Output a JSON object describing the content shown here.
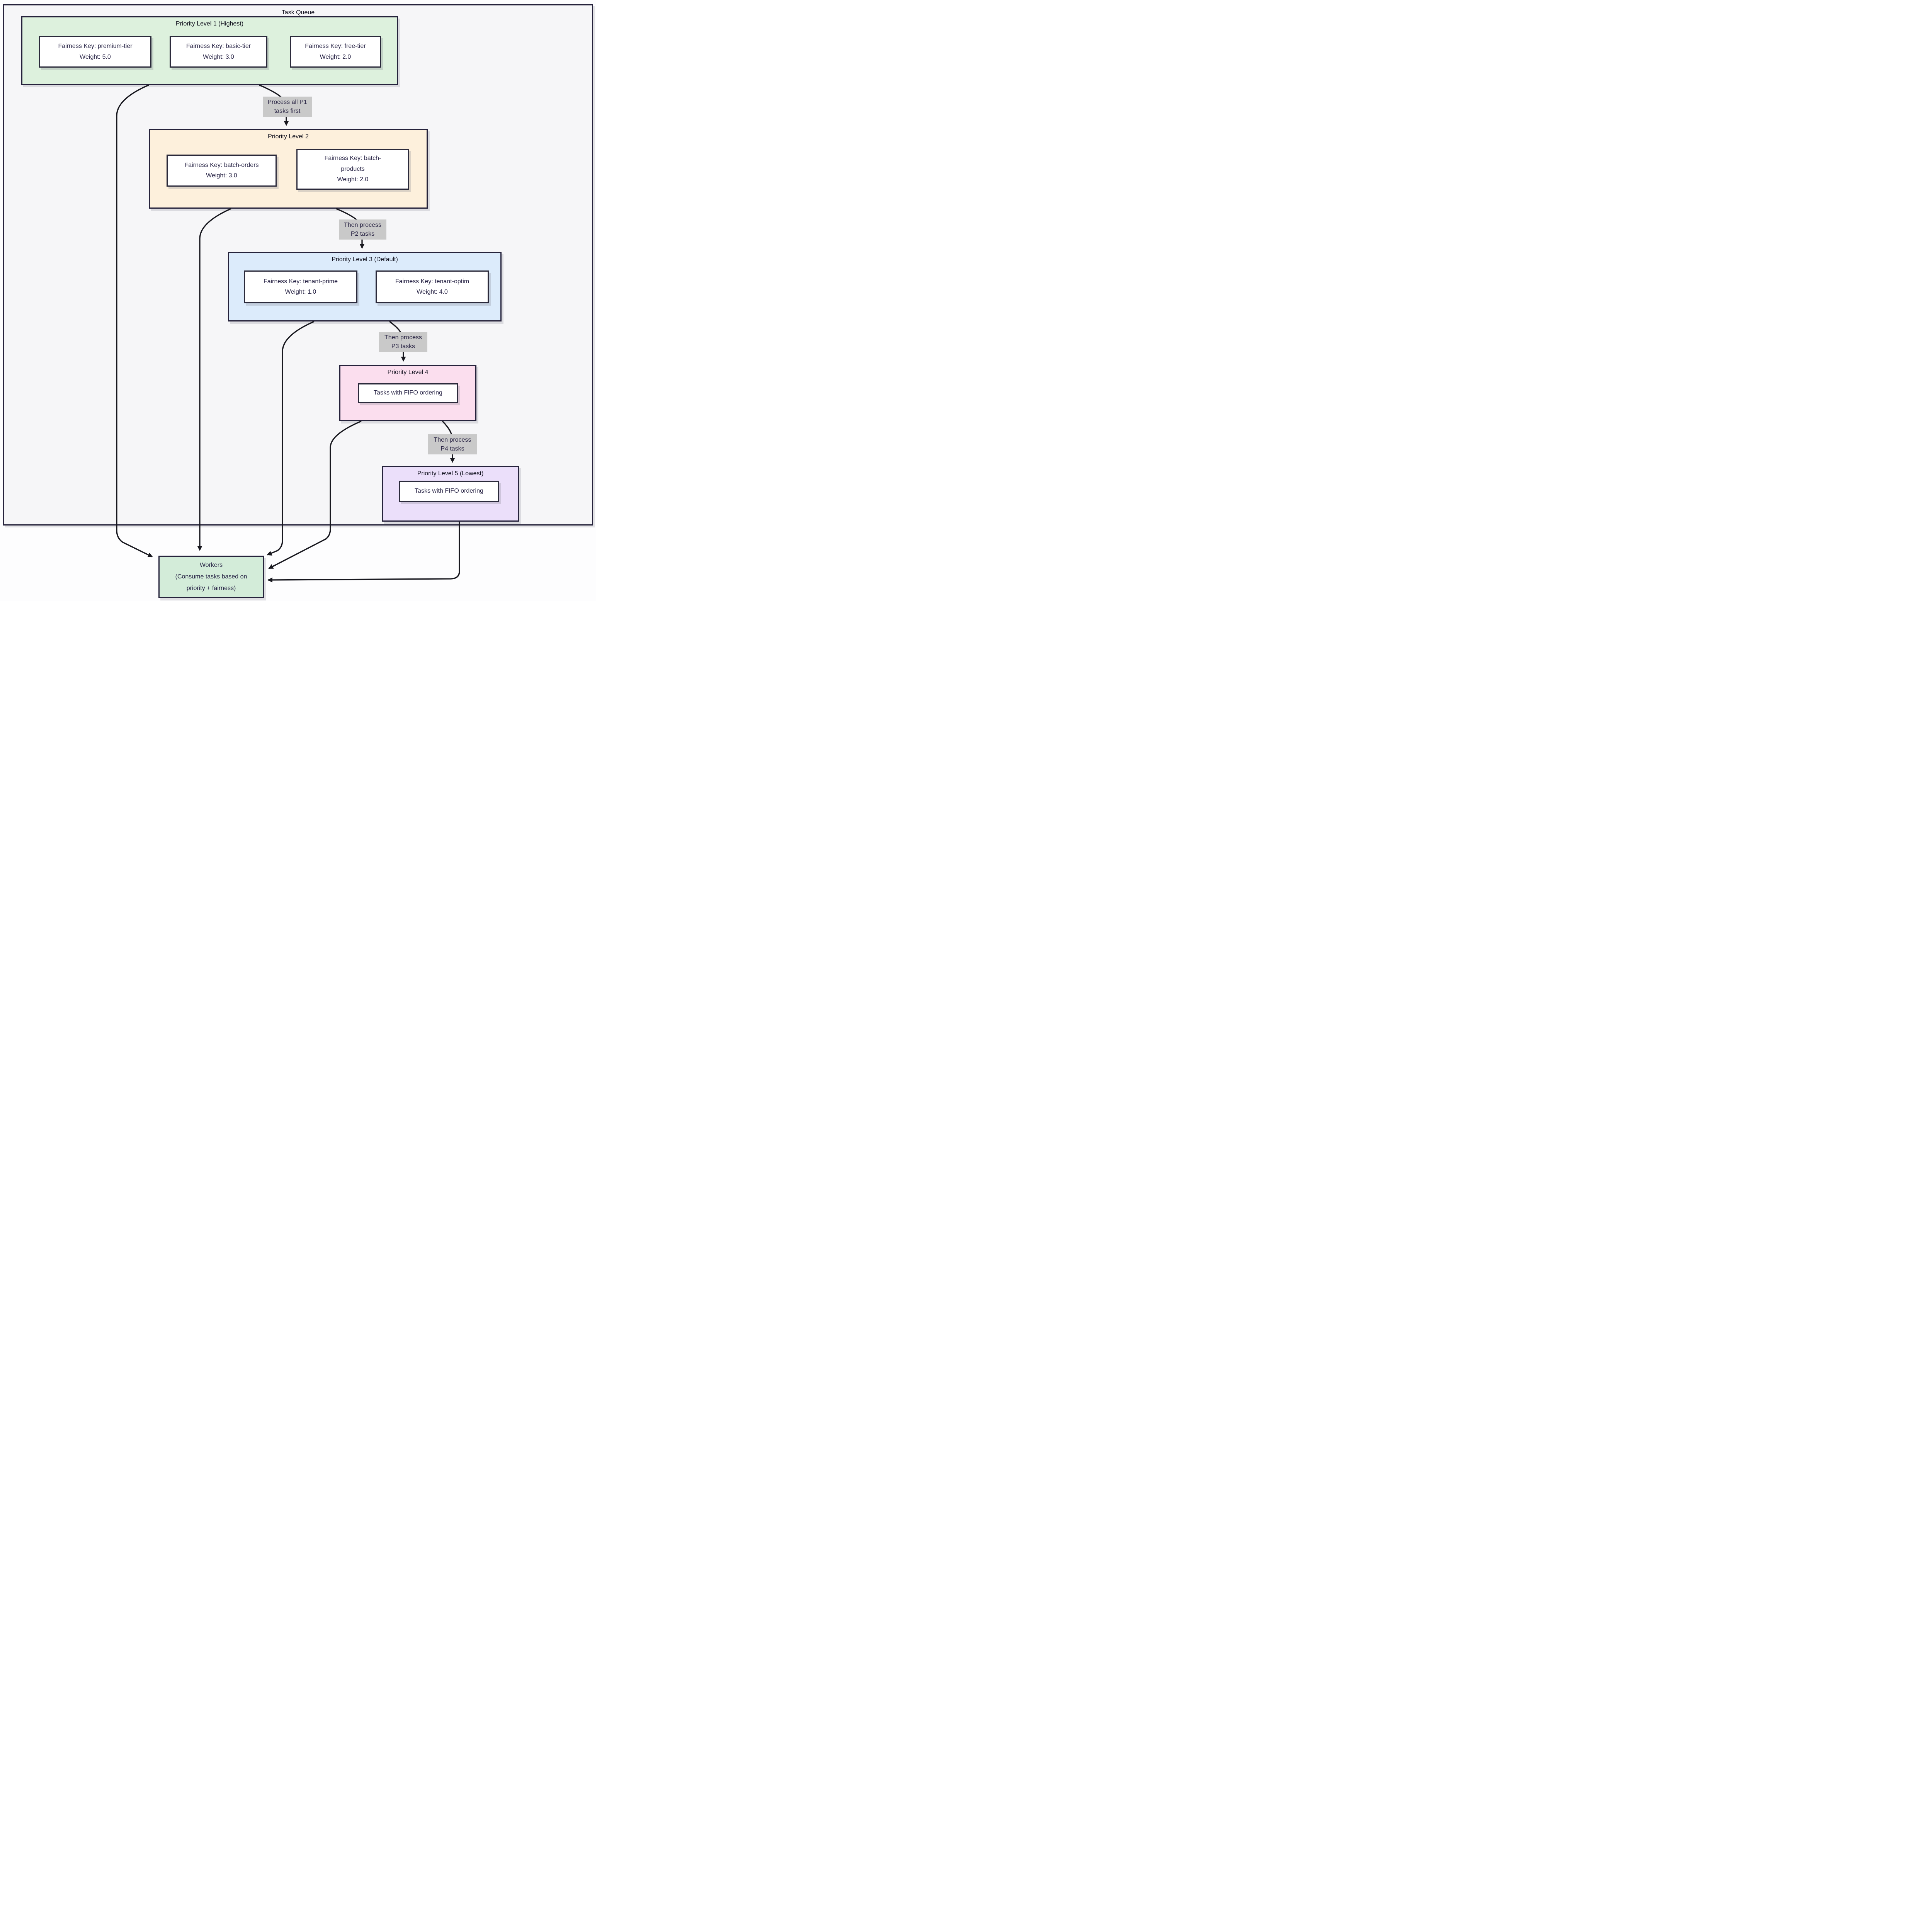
{
  "container": {
    "title": "Task Queue"
  },
  "groups": {
    "p1": {
      "title": "Priority Level 1 (Highest)",
      "nodes": {
        "premium": {
          "line1": "Fairness Key: premium-tier",
          "line2": "Weight: 5.0"
        },
        "basic": {
          "line1": "Fairness Key: basic-tier",
          "line2": "Weight: 3.0"
        },
        "free": {
          "line1": "Fairness Key: free-tier",
          "line2": "Weight: 2.0"
        }
      }
    },
    "p2": {
      "title": "Priority Level 2",
      "nodes": {
        "batch_orders": {
          "line1": "Fairness Key: batch-orders",
          "line2": "Weight: 3.0"
        },
        "batch_products": {
          "line1": "Fairness Key: batch-",
          "line2": "products",
          "line3": "Weight: 2.0"
        }
      }
    },
    "p3": {
      "title": "Priority Level 3 (Default)",
      "nodes": {
        "tenant_prime": {
          "line1": "Fairness Key: tenant-prime",
          "line2": "Weight: 1.0"
        },
        "tenant_optim": {
          "line1": "Fairness Key: tenant-optim",
          "line2": "Weight: 4.0"
        }
      }
    },
    "p4": {
      "title": "Priority Level 4",
      "nodes": {
        "fifo": {
          "line1": "Tasks with FIFO ordering"
        }
      }
    },
    "p5": {
      "title": "Priority Level 5 (Lowest)",
      "nodes": {
        "fifo": {
          "line1": "Tasks with FIFO ordering"
        }
      }
    }
  },
  "edge_labels": {
    "e1": {
      "line1": "Process all P1",
      "line2": "tasks first"
    },
    "e2": {
      "line1": "Then process",
      "line2": "P2 tasks"
    },
    "e3": {
      "line1": "Then process",
      "line2": "P3 tasks"
    },
    "e4": {
      "line1": "Then process",
      "line2": "P4 tasks"
    }
  },
  "workers": {
    "line1": "Workers",
    "line2": "(Consume tasks based on",
    "line3": "priority + fairness)"
  },
  "colors": {
    "container_fill": "#f6f6f8",
    "border_dark": "#26233c",
    "edge_color": "#18181f",
    "edge_label_bg": "#c9c9c9",
    "text_color": "#262244",
    "p1_fill": "#ddf1dd",
    "p2_fill": "#fdf0dc",
    "p3_fill": "#dcebfb",
    "p4_fill": "#fbdeee",
    "p5_fill": "#ebdffa",
    "workers_fill": "#d3ecd9",
    "node_fill": "#ffffff"
  }
}
